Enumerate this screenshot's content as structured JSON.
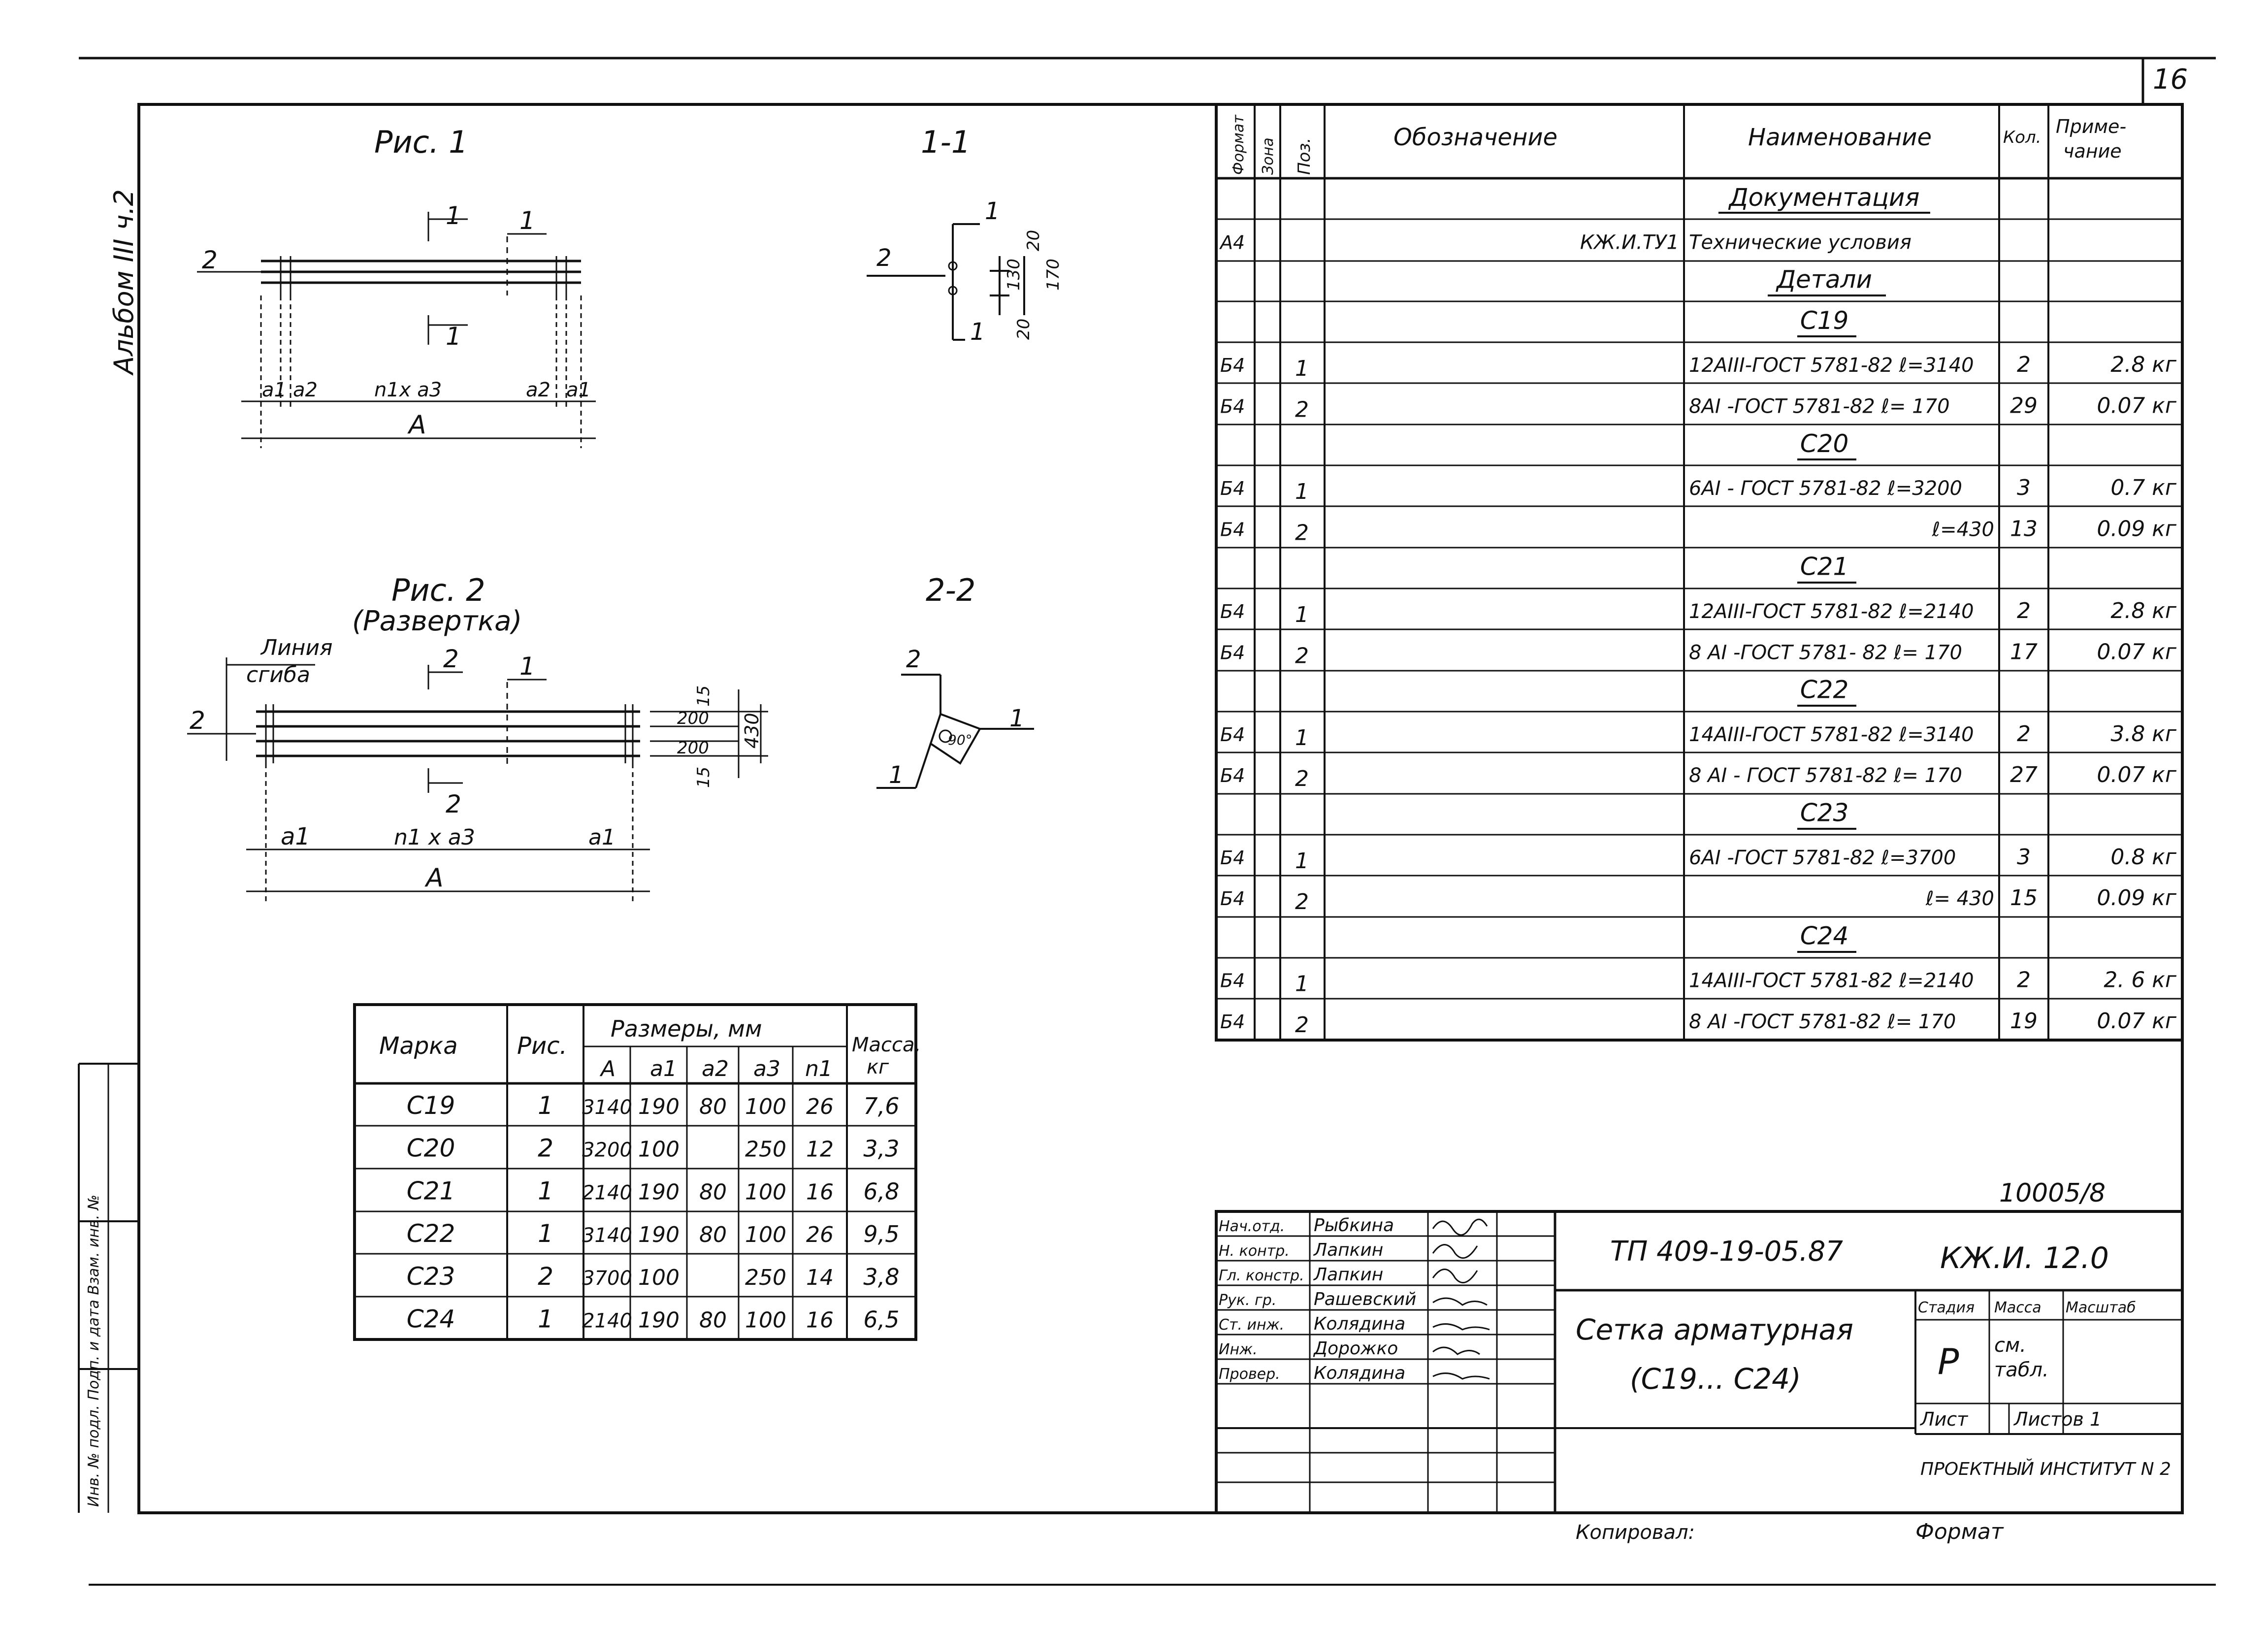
{
  "sheet_number": "16",
  "album_label": "Альбом III ч.2",
  "figure1": {
    "title": "Рис. 1",
    "labels": {
      "pos_2": "2",
      "sect_1": "1",
      "a1": "a1",
      "a2": "a2",
      "n1a3": "n1x a3",
      "a": "A"
    }
  },
  "figure2": {
    "title": "Рис. 2",
    "subtitle": "(Развертка)",
    "bend_line_1": "Линия",
    "bend_line_2": "сгиба",
    "labels": {
      "pos_2": "2",
      "sect_2": "2",
      "a1": "a1",
      "n1a3": "n1 x a3",
      "a": "A",
      "d15a": "15",
      "d200a": "200",
      "d200b": "200",
      "d15b": "15",
      "d430": "430"
    }
  },
  "section11": {
    "title": "1-1",
    "pos_2": "2",
    "pos_1": "1",
    "d20a": "20",
    "d130": "130",
    "d170": "170",
    "d20b": "20"
  },
  "section22": {
    "title": "2-2",
    "pos_2": "2",
    "pos_1a": "1",
    "pos_1b": "1",
    "angle": "90°"
  },
  "spec_table": {
    "headers": {
      "format": "Формат",
      "zone": "Зона",
      "pos": "Поз.",
      "designation": "Обозначение",
      "name": "Наименование",
      "qty": "Кол.",
      "note": "Приме-чание"
    },
    "rows": [
      {
        "format": "",
        "pos": "",
        "designation": "",
        "name": "Документация",
        "qty": "",
        "note": "",
        "heading": true
      },
      {
        "format": "А4",
        "pos": "",
        "designation": "КЖ.И.ТУ1",
        "name": "Технические условия",
        "qty": "",
        "note": ""
      },
      {
        "format": "",
        "pos": "",
        "designation": "",
        "name": "Детали",
        "qty": "",
        "note": "",
        "heading": true
      },
      {
        "format": "",
        "pos": "",
        "designation": "",
        "name": "С19",
        "qty": "",
        "note": "",
        "heading": true
      },
      {
        "format": "Б4",
        "pos": "1",
        "designation": "",
        "name": "12АIII-ГОСТ 5781-82 ℓ=3140",
        "qty": "2",
        "note": "2.8 кг"
      },
      {
        "format": "Б4",
        "pos": "2",
        "designation": "",
        "name": "8АI -ГОСТ 5781-82 ℓ= 170",
        "qty": "29",
        "note": "0.07 кг"
      },
      {
        "format": "",
        "pos": "",
        "designation": "",
        "name": "С20",
        "qty": "",
        "note": "",
        "heading": true
      },
      {
        "format": "Б4",
        "pos": "1",
        "designation": "",
        "name": "6АI - ГОСТ 5781-82 ℓ=3200",
        "qty": "3",
        "note": "0.7 кг"
      },
      {
        "format": "Б4",
        "pos": "2",
        "designation": "",
        "name": "ℓ=430",
        "qty": "13",
        "note": "0.09 кг"
      },
      {
        "format": "",
        "pos": "",
        "designation": "",
        "name": "С21",
        "qty": "",
        "note": "",
        "heading": true
      },
      {
        "format": "Б4",
        "pos": "1",
        "designation": "",
        "name": "12АIII-ГОСТ 5781-82 ℓ=2140",
        "qty": "2",
        "note": "2.8 кг"
      },
      {
        "format": "Б4",
        "pos": "2",
        "designation": "",
        "name": "8 АI -ГОСТ 5781- 82 ℓ= 170",
        "qty": "17",
        "note": "0.07 кг"
      },
      {
        "format": "",
        "pos": "",
        "designation": "",
        "name": "С22",
        "qty": "",
        "note": "",
        "heading": true
      },
      {
        "format": "Б4",
        "pos": "1",
        "designation": "",
        "name": "14АIII-ГОСТ 5781-82 ℓ=3140",
        "qty": "2",
        "note": "3.8 кг"
      },
      {
        "format": "Б4",
        "pos": "2",
        "designation": "",
        "name": "8 АI - ГОСТ 5781-82 ℓ= 170",
        "qty": "27",
        "note": "0.07 кг"
      },
      {
        "format": "",
        "pos": "",
        "designation": "",
        "name": "С23",
        "qty": "",
        "note": "",
        "heading": true
      },
      {
        "format": "Б4",
        "pos": "1",
        "designation": "",
        "name": "6АI -ГОСТ 5781-82 ℓ=3700",
        "qty": "3",
        "note": "0.8 кг"
      },
      {
        "format": "Б4",
        "pos": "2",
        "designation": "",
        "name": "ℓ= 430",
        "qty": "15",
        "note": "0.09 кг"
      },
      {
        "format": "",
        "pos": "",
        "designation": "",
        "name": "С24",
        "qty": "",
        "note": "",
        "heading": true
      },
      {
        "format": "Б4",
        "pos": "1",
        "designation": "",
        "name": "14АIII-ГОСТ 5781-82 ℓ=2140",
        "qty": "2",
        "note": "2. 6 кг"
      },
      {
        "format": "Б4",
        "pos": "2",
        "designation": "",
        "name": "8 АI -ГОСТ 5781-82 ℓ= 170",
        "qty": "19",
        "note": "0.07 кг"
      }
    ]
  },
  "mark_table": {
    "headers": {
      "mark": "Марка",
      "fig": "Рис.",
      "dims": "Размеры, мм",
      "A": "A",
      "a1": "a1",
      "a2": "a2",
      "a3": "a3",
      "n1": "n1",
      "mass": "Масса, кг"
    },
    "rows": [
      {
        "mark": "С19",
        "fig": "1",
        "A": "3140",
        "a1": "190",
        "a2": "80",
        "a3": "100",
        "n1": "26",
        "mass": "7,6"
      },
      {
        "mark": "С20",
        "fig": "2",
        "A": "3200",
        "a1": "100",
        "a2": "",
        "a3": "250",
        "n1": "12",
        "mass": "3,3"
      },
      {
        "mark": "С21",
        "fig": "1",
        "A": "2140",
        "a1": "190",
        "a2": "80",
        "a3": "100",
        "n1": "16",
        "mass": "6,8"
      },
      {
        "mark": "С22",
        "fig": "1",
        "A": "3140",
        "a1": "190",
        "a2": "80",
        "a3": "100",
        "n1": "26",
        "mass": "9,5"
      },
      {
        "mark": "С23",
        "fig": "2",
        "A": "3700",
        "a1": "100",
        "a2": "",
        "a3": "250",
        "n1": "14",
        "mass": "3,8"
      },
      {
        "mark": "С24",
        "fig": "1",
        "A": "2140",
        "a1": "190",
        "a2": "80",
        "a3": "100",
        "n1": "16",
        "mass": "6,5"
      }
    ]
  },
  "title_block": {
    "inventory": "10005/8",
    "code": "ТП 409-19-05.87",
    "mark": "КЖ.И. 12.0",
    "title_line1": "Сетка арматурная",
    "title_line2": "(С19... С24)",
    "stage_label": "Стадия",
    "mass_label": "Масса",
    "scale_label": "Масштаб",
    "stage": "Р",
    "mass_value": "см. табл.",
    "sheet_label": "Лист",
    "sheets_label": "Листов 1",
    "org": "ПРОЕКТНЫЙ ИНСТИТУТ N 2",
    "people": [
      {
        "role": "Нач.отд.",
        "name": "Рыбкина"
      },
      {
        "role": "Н. контр.",
        "name": "Лапкин"
      },
      {
        "role": "Гл. констр.",
        "name": "Лапкин"
      },
      {
        "role": "Рук. гр.",
        "name": "Рашевский"
      },
      {
        "role": "Ст. инж.",
        "name": "Колядина"
      },
      {
        "role": "Инж.",
        "name": "Дорожко"
      },
      {
        "role": "Провер.",
        "name": "Колядина"
      }
    ]
  },
  "footer": {
    "copied": "Копировал:",
    "format": "Формат"
  },
  "left_stamp": "Инв. № подл.  Подп. и дата  Взам. инв. №"
}
